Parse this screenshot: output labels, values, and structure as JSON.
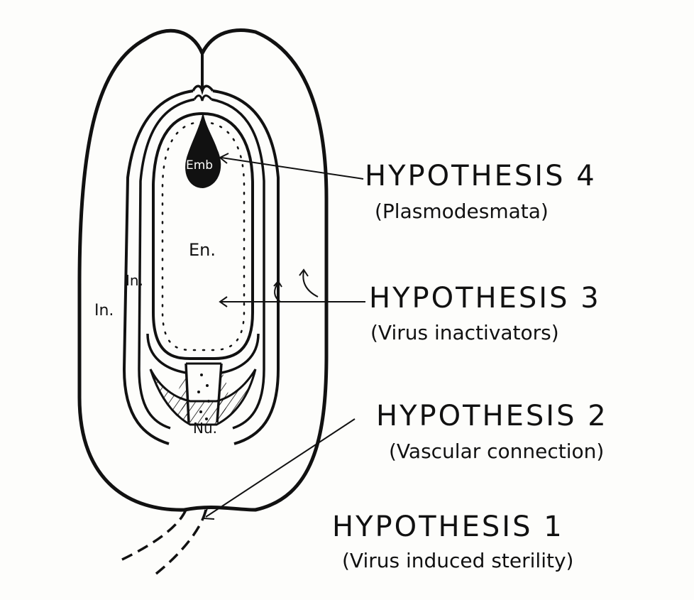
{
  "labels": {
    "embryo": "Emb",
    "endosperm": "En.",
    "inner_integument": "In.",
    "outer_integument": "In.",
    "nucellus": "Nu."
  },
  "hypotheses": [
    {
      "title": "HYPOTHESIS 4",
      "subtitle": "(Plasmodesmata)"
    },
    {
      "title": "HYPOTHESIS 3",
      "subtitle": "(Virus inactivators)"
    },
    {
      "title": "HYPOTHESIS 2",
      "subtitle": "(Vascular connection)"
    },
    {
      "title": "HYPOTHESIS 1",
      "subtitle": "(Virus induced sterility)"
    }
  ],
  "colors": {
    "ink": "#111111",
    "paper": "#fdfdfb"
  }
}
